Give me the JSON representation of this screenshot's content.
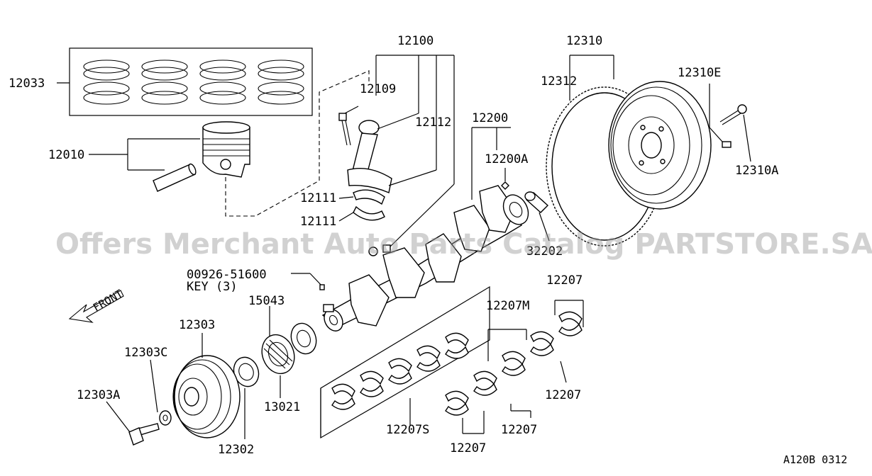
{
  "labels": {
    "piston_ring_set": "12033",
    "piston": "12010",
    "conrod_assy": "12100",
    "conrod_bolt": "12109",
    "conrod_nut": "12112",
    "conrod_bearing_upper": "12111",
    "conrod_bearing_lower": "12111",
    "crankshaft": "12200",
    "crankshaft_plug": "12200A",
    "pilot_bushing": "32202",
    "key_part_no": "00926-51600",
    "key_desc": "KEY (3)",
    "front_label": "FRONT",
    "sprocket": "15043",
    "pulley": "12303",
    "pulley_washer": "12303C",
    "pulley_bolt": "12303A",
    "seal": "12302",
    "oil_pump_drive": "13021",
    "main_bearing_set": "12207S",
    "main_bearing_m": "12207M",
    "main_bearing_top": "12207",
    "main_bearing_right": "12207",
    "main_bearing_lower_mid": "12207",
    "main_bearing_bottom": "12207",
    "flywheel_assy": "12310",
    "ring_gear": "12312",
    "flywheel_dowel": "12310E",
    "flywheel_bolt": "12310A"
  },
  "watermark": "Offers Merchant Auto Parts Catalog PARTSTORE.SA",
  "diagram_code": "A120B 0312"
}
